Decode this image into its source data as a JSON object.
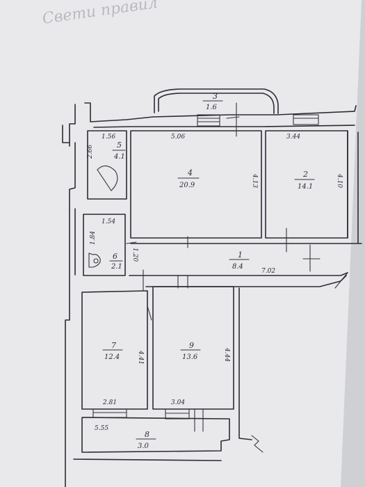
{
  "header_text": "Свети правил",
  "rooms": [
    {
      "id": "room-1",
      "number": "1",
      "area": "8.4"
    },
    {
      "id": "room-2",
      "number": "2",
      "area": "14.1"
    },
    {
      "id": "room-3",
      "number": "3",
      "area": "1.6"
    },
    {
      "id": "room-4",
      "number": "4",
      "area": "20.9"
    },
    {
      "id": "room-5",
      "number": "5",
      "area": "4.1"
    },
    {
      "id": "room-6",
      "number": "6",
      "area": "2.1"
    },
    {
      "id": "room-7",
      "number": "7",
      "area": "12.4"
    },
    {
      "id": "room-8",
      "number": "8",
      "area": "3.0"
    },
    {
      "id": "room-9",
      "number": "9",
      "area": "13.6"
    }
  ],
  "dimensions": {
    "room4_width": "5.06",
    "room4_height": "4.13",
    "room2_width": "3.44",
    "room2_height": "4.10",
    "room5_width": "1.56",
    "room5_height": "2.66",
    "room6_width": "1.54",
    "room6_height": "1.84",
    "room6_side": "1.20",
    "corridor_length": "7.02",
    "room7_width": "2.81",
    "room7_height": "4.41",
    "room9_width": "3.04",
    "room9_height": "4.44",
    "room8_width": "5.55"
  }
}
